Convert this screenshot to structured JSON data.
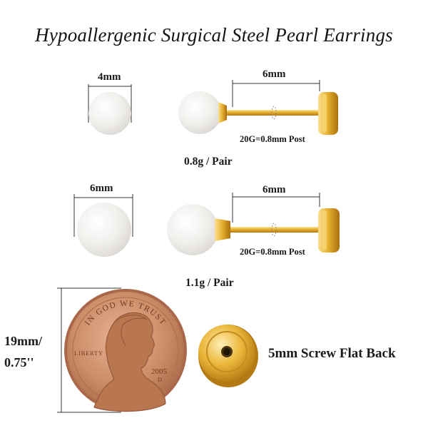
{
  "title": "Hypoallergenic Surgical Steel Pearl Earrings",
  "row1": {
    "pearl_diameter": "4mm",
    "post_length": "6mm",
    "post_gauge": "20G=0.8mm Post",
    "weight": "0.8g / Pair"
  },
  "row2": {
    "pearl_diameter": "6mm",
    "post_length": "6mm",
    "post_gauge": "20G=0.8mm Post",
    "weight": "1.1g / Pair"
  },
  "coin": {
    "size_line1": "19mm/",
    "size_line2": "0.75''",
    "motto": "IN GOD WE TRUST",
    "liberty": "LIBERTY",
    "year": "2005",
    "mint": "D"
  },
  "back": {
    "label": "5mm Screw Flat Back"
  },
  "colors": {
    "gold": "#e0ac2a",
    "copper": "#c98a66",
    "pearl": "#f4f2ee"
  }
}
